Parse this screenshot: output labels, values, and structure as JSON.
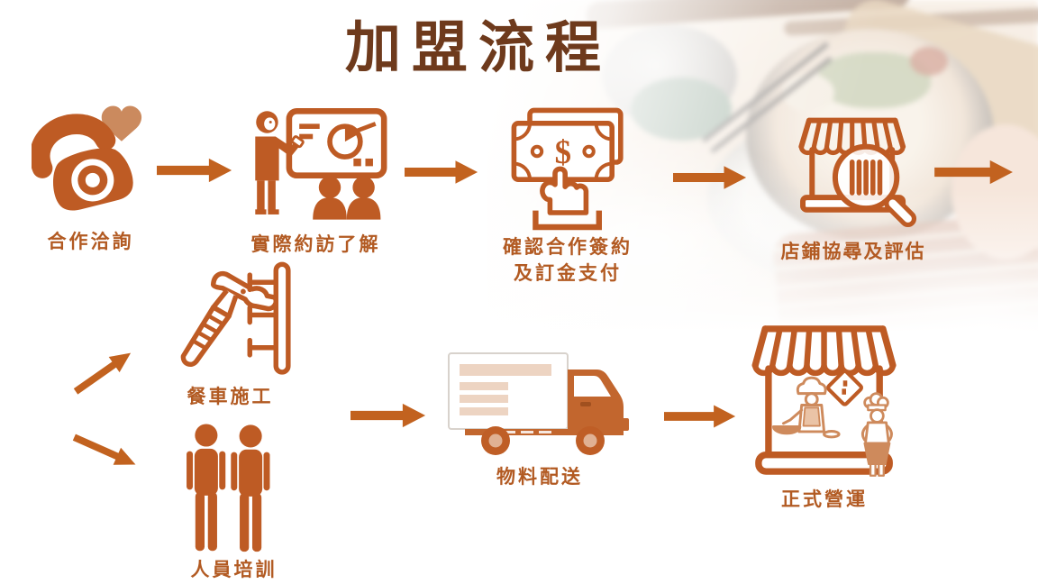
{
  "title": "加盟流程",
  "colors": {
    "primary": "#BE5B24",
    "accent_light": "#CB8A5E",
    "title_text": "#6E3A1C",
    "label_text": "#B25A22",
    "arrow": "#C2621F"
  },
  "steps": [
    {
      "id": "inquiry",
      "label": "合作洽詢",
      "icon": "phone-heart-icon"
    },
    {
      "id": "visit",
      "label": "實際約訪了解",
      "icon": "presentation-meeting-icon"
    },
    {
      "id": "contract",
      "label_lines": [
        "確認合作簽約",
        "及訂金支付"
      ],
      "money_symbol": "$",
      "icon": "payment-icon"
    },
    {
      "id": "site",
      "label": "店鋪協尋及評估",
      "icon": "store-search-icon"
    },
    {
      "id": "construction",
      "label": "餐車施工",
      "icon": "hammer-nails-icon"
    },
    {
      "id": "training",
      "label": "人員培訓",
      "icon": "staff-icon"
    },
    {
      "id": "delivery",
      "label": "物料配送",
      "icon": "delivery-truck-icon"
    },
    {
      "id": "opening",
      "label": "正式營運",
      "icon": "open-store-icon"
    }
  ]
}
